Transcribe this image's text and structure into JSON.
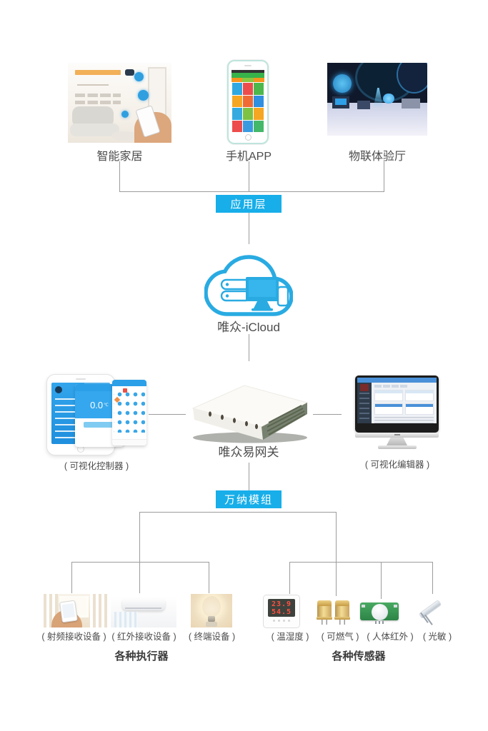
{
  "colors": {
    "accent_blue": "#17aee9",
    "line_gray": "#9c9c9c",
    "text": "#4c4c4c"
  },
  "app_layer": {
    "tag": "应用层",
    "items": [
      {
        "label": "智能家居"
      },
      {
        "label": "手机APP"
      },
      {
        "label": "物联体验厅"
      }
    ]
  },
  "cloud": {
    "label": "唯众-iCloud"
  },
  "gateway_layer": {
    "controller_label": "( 可视化控制器 )",
    "gateway_label": "唯众易网关",
    "editor_label": "( 可视化编辑器 )",
    "tag": "万纳模组",
    "phone_reading": "0.0",
    "phone_reading_unit": "℃"
  },
  "actuators": {
    "title": "各种执行器",
    "items": [
      "( 射频接收设备 )",
      "( 红外接收设备 )",
      "( 终端设备 )"
    ]
  },
  "sensors": {
    "title": "各种传感器",
    "items": [
      "( 温湿度 )",
      "( 可燃气 )",
      "( 人体红外 )",
      "( 光敏 )"
    ],
    "thermometer_display": {
      "line1": "23.9",
      "line2": "54.5"
    }
  }
}
